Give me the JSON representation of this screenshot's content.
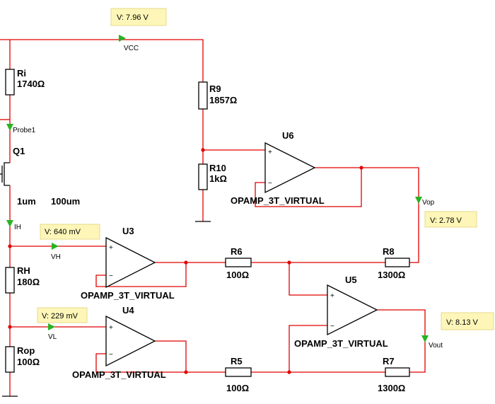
{
  "probes": {
    "vcc": {
      "label": "VCC",
      "reading": "V: 7.96 V"
    },
    "probe1": {
      "label": "Probe1"
    },
    "ih": {
      "label": "IH"
    },
    "vh": {
      "label": "VH",
      "reading": "V: 640 mV"
    },
    "vl": {
      "label": "VL",
      "reading": "V: 229 mV"
    },
    "vop": {
      "label": "Vop",
      "reading": "V: 2.78 V"
    },
    "vout": {
      "label": "Vout",
      "reading": "V: 8.13 V"
    }
  },
  "resistors": {
    "ri": {
      "name": "Ri",
      "value": "1740Ω"
    },
    "r9": {
      "name": "R9",
      "value": "1857Ω"
    },
    "r10": {
      "name": "R10",
      "value": "1kΩ"
    },
    "rh": {
      "name": "RH",
      "value": "180Ω"
    },
    "rop": {
      "name": "Rop",
      "value": "100Ω"
    },
    "r6": {
      "name": "R6",
      "value": "100Ω"
    },
    "r8": {
      "name": "R8",
      "value": "1300Ω"
    },
    "r5": {
      "name": "R5",
      "value": "100Ω"
    },
    "r7": {
      "name": "R7",
      "value": "1300Ω"
    }
  },
  "transistor": {
    "name": "Q1",
    "length": "1um",
    "width": "100um"
  },
  "opamps": {
    "u6": {
      "name": "U6",
      "model": "OPAMP_3T_VIRTUAL"
    },
    "u3": {
      "name": "U3",
      "model": "OPAMP_3T_VIRTUAL"
    },
    "u4": {
      "name": "U4",
      "model": "OPAMP_3T_VIRTUAL"
    },
    "u5": {
      "name": "U5",
      "model": "OPAMP_3T_VIRTUAL"
    }
  },
  "pin_signs": {
    "plus": "+",
    "minus": "−"
  },
  "colors": {
    "wire": "#e00000",
    "probe": "#27b320",
    "reading_box": "#fdf6b8"
  }
}
